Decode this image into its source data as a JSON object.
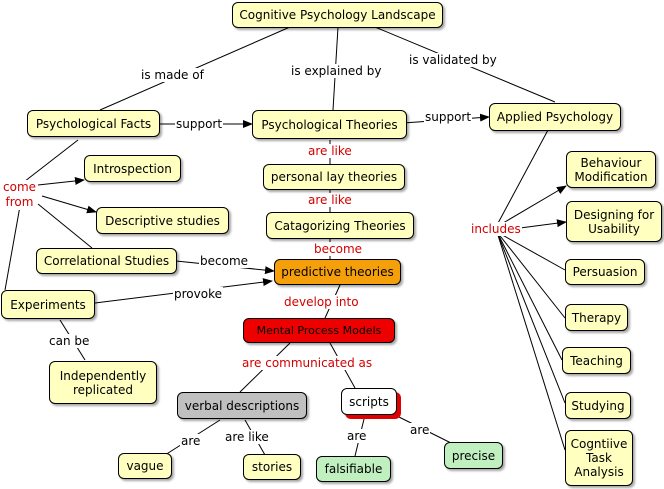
{
  "nodes": {
    "landscape": "Cognitive Psychology Landscape",
    "facts": "Psychological Facts",
    "theories": "Psychological  Theories",
    "applied": "Applied Psychology",
    "introspection": "Introspection",
    "descriptive": "Descriptive studies",
    "correlational": "Correlational Studies",
    "experiments": "Experiments",
    "independently": "Independently\nreplicated",
    "lay": "personal lay theories",
    "categorizing": "Catagorizing Theories",
    "predictive": "predictive theories",
    "mental": "Mental Process Models",
    "verbal": "verbal descriptions",
    "scripts": "scripts",
    "vague": "vague",
    "stories": "stories",
    "falsifiable": "falsifiable",
    "precise": "precise",
    "behaviour": "Behaviour\nModification",
    "designing": "Designing for\nUsability",
    "persuasion": "Persuasion",
    "therapy": "Therapy",
    "teaching": "Teaching",
    "studying": "Studying",
    "cognitive_task": "Cogntiive\nTask\nAnalysis"
  },
  "links": {
    "is_made_of": "is made of",
    "is_explained_by": "is explained by",
    "is_validated_by": "is validated by",
    "support_1": "support",
    "support_2": "support",
    "come_from": "come\nfrom",
    "are_like_1": "are like",
    "are_like_2": "are like",
    "become_1": "become",
    "become_2": "become",
    "provoke": "provoke",
    "develop_into": "develop into",
    "can_be": "can be",
    "are_communicated_as": "are communicated as",
    "are_1": "are",
    "are_like_3": "are like",
    "are_2": "are",
    "are_3": "are",
    "includes": "includes"
  },
  "colors": {
    "default_node": "#ffffc0",
    "predictive": "#f5a00a",
    "mental": "#ee0000",
    "verbal": "#c0c0c0",
    "falsifiable": "#c0f0c0",
    "red_label": "#d40000"
  }
}
